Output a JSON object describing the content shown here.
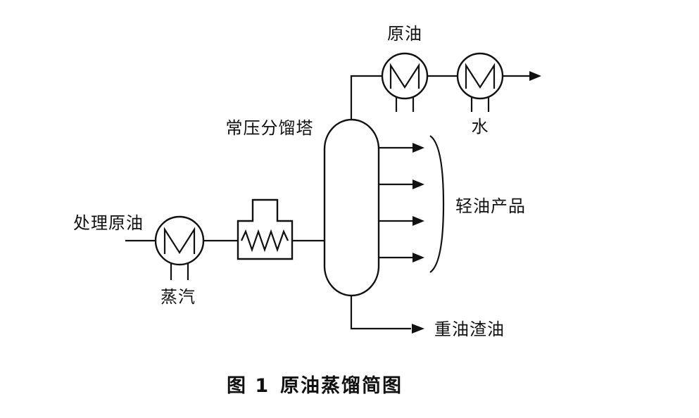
{
  "diagram": {
    "labels": {
      "crude_oil": "原油",
      "water": "水",
      "column": "常压分馏塔",
      "feed": "处理原油",
      "steam": "蒸汽",
      "light_products": "轻油产品",
      "residue": "重油渣油"
    },
    "caption": {
      "number": "图 1",
      "title": "原油蒸馏简图"
    },
    "colors": {
      "line": "#111111",
      "background": "#ffffff"
    }
  }
}
